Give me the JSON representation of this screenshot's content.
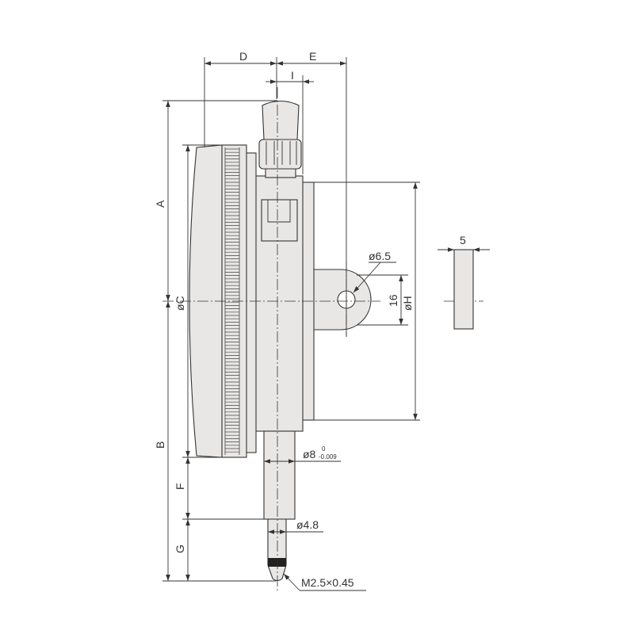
{
  "drawing": {
    "title_hidden": false,
    "labels": {
      "D": "D",
      "E": "E",
      "I": "I",
      "A": "A",
      "B": "B",
      "C": "øC",
      "F": "F",
      "G": "G",
      "H": "øH",
      "lug_height": "16",
      "hole_dia": "ø6.5",
      "lug_thickness": "5",
      "stem_dia": "ø8",
      "stem_tol_upper": "0",
      "stem_tol_lower": "-0.009",
      "spindle_dia": "ø4.8",
      "thread": "M2.5×0.45"
    },
    "colors": {
      "part_fill": "#e9e7e5",
      "line": "#333333"
    }
  }
}
